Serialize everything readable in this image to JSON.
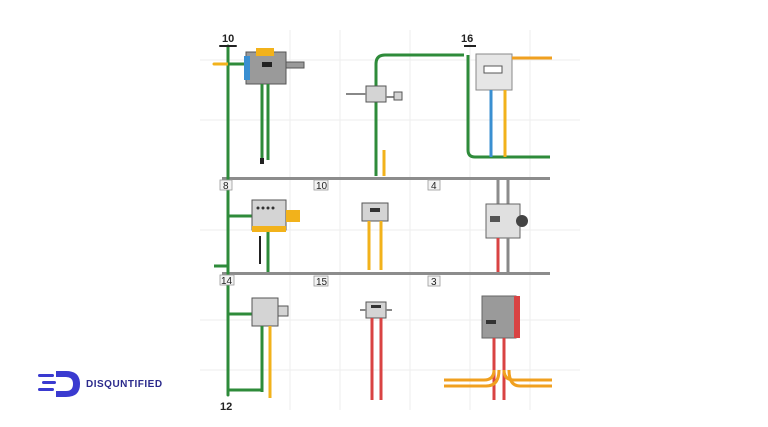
{
  "labels": {
    "top_left": "10",
    "top_right": "16",
    "row1_a": "8",
    "row1_b": "10",
    "row1_c": "4",
    "row2_a": "14",
    "row2_b": "15",
    "row2_c": "3",
    "bottom_left": "12"
  },
  "brand": {
    "name": "DISQUNTIFIED"
  },
  "colors": {
    "green": "#2e8b3a",
    "yellow": "#f2b21b",
    "blue": "#3a8fd1",
    "red": "#d94343",
    "orange": "#f0a020",
    "bus": "#8c8c8c",
    "brand": "#2b2a8c"
  }
}
